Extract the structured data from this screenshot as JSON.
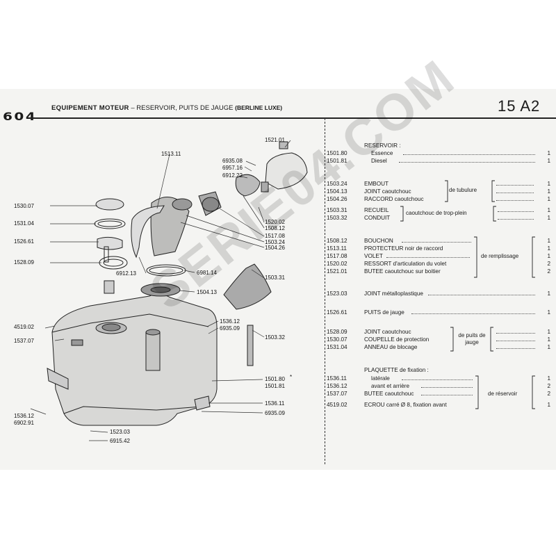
{
  "header": {
    "brand": "604",
    "title_main": "EQUIPEMENT MOTEUR",
    "title_dash": "–",
    "title_sub": "RESERVOIR, PUITS DE JAUGE",
    "title_variant": "(BERLINE LUXE)",
    "page": "15 A2"
  },
  "diagram": {
    "callouts": [
      "1521.01",
      "1513.11",
      "6935.08",
      "6957.16",
      "6912.22",
      "1530.07",
      "1531.04",
      "1526.61",
      "1528.09",
      "1520.02",
      "1508.12",
      "1517.08",
      "1503.24",
      "1504.26",
      "6912.13",
      "6981.14",
      "1503.31",
      "1504.13",
      "4519.02",
      "1536.12",
      "6935.09",
      "1537.07",
      "1503.32",
      "1501.80",
      "*",
      "1501.81",
      "1536.11",
      "6935.09",
      "1536.12",
      "6902.91",
      "1523.03",
      "6915.42"
    ]
  },
  "parts": {
    "reservoir_heading": "RESERVOIR :",
    "r1": {
      "code": "1501.80",
      "desc": "Essence",
      "qty": "1"
    },
    "r2": {
      "code": "1501.81",
      "desc": "Diesel",
      "qty": "1"
    },
    "t1": {
      "code": "1503.24",
      "desc": "EMBOUT",
      "qty": "1"
    },
    "t2": {
      "code": "1504.13",
      "desc": "JOINT caoutchouc",
      "qty": "1"
    },
    "t3": {
      "code": "1504.26",
      "desc": "RACCORD caoutchouc",
      "qty": "1"
    },
    "tubulure_label": "de tubulure",
    "p1": {
      "code": "1503.31",
      "desc": "RECUEIL",
      "qty": "1"
    },
    "p2": {
      "code": "1503.32",
      "desc": "CONDUIT",
      "qty": "1"
    },
    "plein_label": "caoutchouc de trop-plein",
    "f1": {
      "code": "1508.12",
      "desc": "BOUCHON",
      "qty": "1"
    },
    "f2": {
      "code": "1513.11",
      "desc": "PROTECTEUR noir de raccord",
      "qty": "1"
    },
    "f3": {
      "code": "1517.08",
      "desc": "VOLET",
      "qty": "1"
    },
    "f4": {
      "code": "1520.02",
      "desc": "RESSORT d'articulation du volet",
      "qty": "2"
    },
    "f5": {
      "code": "1521.01",
      "desc": "BUTEE caoutchouc sur boitier",
      "qty": "2"
    },
    "remplissage_label": "de remplissage",
    "j1": {
      "code": "1523.03",
      "desc": "JOINT métalloplastique",
      "qty": "1"
    },
    "pj": {
      "code": "1526.61",
      "desc": "PUITS de jauge",
      "qty": "1"
    },
    "g1": {
      "code": "1528.09",
      "desc": "JOINT caoutchouc",
      "qty": "1"
    },
    "g2": {
      "code": "1530.07",
      "desc": "COUPELLE de protection",
      "qty": "1"
    },
    "g3": {
      "code": "1531.04",
      "desc": "ANNEAU de blocage",
      "qty": "1"
    },
    "puits_label": "de puits de jauge",
    "plaquette_heading": "PLAQUETTE de fixation :",
    "q1": {
      "code": "1536.11",
      "desc": "latérale",
      "qty": "1"
    },
    "q2": {
      "code": "1536.12",
      "desc": "avant et arrière",
      "qty": "2"
    },
    "q3": {
      "code": "1537.07",
      "desc": "BUTEE caoutchouc",
      "qty": "2"
    },
    "q4": {
      "code": "4519.02",
      "desc": "ECROU carré Ø 8, fixation avant",
      "qty": "1"
    },
    "reservoir_label": "de réservoir"
  },
  "watermark": "SERIE04.COM"
}
